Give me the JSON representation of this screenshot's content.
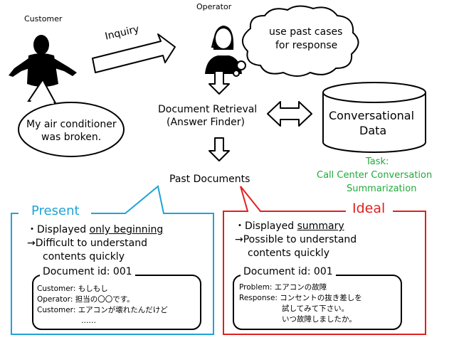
{
  "labels": {
    "customer": "Customer",
    "operator": "Operator",
    "inquiry": "Inquiry"
  },
  "bubbles": {
    "customer_line1": "My air conditioner",
    "customer_line2": "was broken.",
    "operator_line1": "use past cases",
    "operator_line2": "for response"
  },
  "retrieval": {
    "line1": "Document Retrieval",
    "line2": "(Answer Finder)"
  },
  "database": {
    "line1": "Conversational",
    "line2": "Data"
  },
  "past_documents": "Past Documents",
  "task": {
    "line1": "Task:",
    "line2": "Call Center Conversation",
    "line3": "Summarization"
  },
  "present": {
    "title": "Present",
    "line1_prefix": "・Displayed ",
    "line1_underlined": "only beginning",
    "line2": "→Difficult to understand",
    "line3": "contents quickly",
    "doc_label": "Document id: 001",
    "doc_line1": "Customer: もしもし",
    "doc_line2": "Operator: 担当の〇〇です。",
    "doc_line3": "Customer: エアコンが壊れたんだけど",
    "doc_line4": "……"
  },
  "ideal": {
    "title": "Ideal",
    "line1_prefix": "・Displayed ",
    "line1_underlined": "summary",
    "line2": "→Possible to understand",
    "line3": "contents quickly",
    "doc_label": "Document id: 001",
    "doc_line1": "Problem: エアコンの故障",
    "doc_line2": "Response: コンセントの抜き差しを",
    "doc_line3": "試してみて下さい。",
    "doc_line4": "いつ故障しましたか。"
  },
  "colors": {
    "present": "#1fa3d8",
    "ideal": "#e02020",
    "task": "#1faa3a"
  }
}
